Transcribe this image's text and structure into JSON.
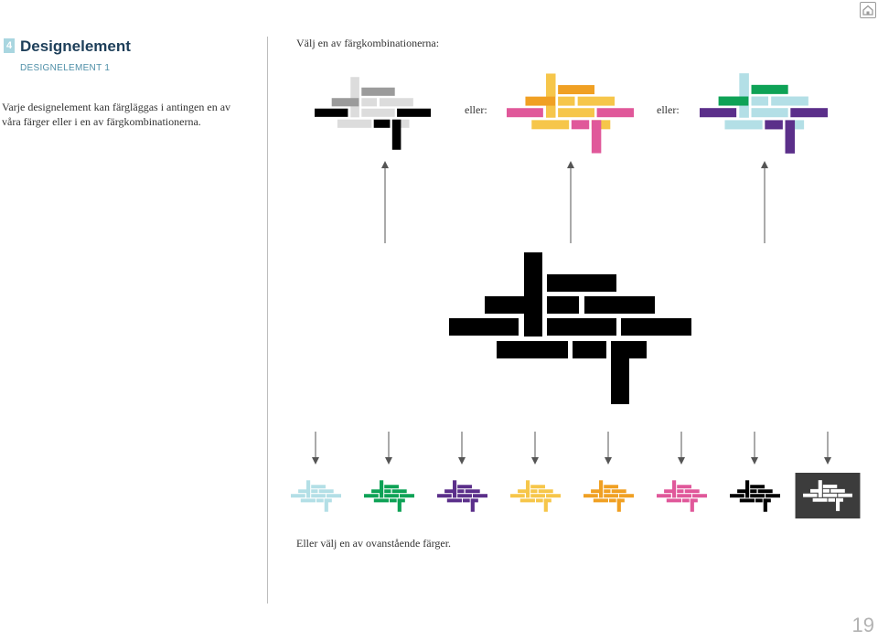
{
  "section": {
    "number": "4",
    "title": "Designelement",
    "subtitle": "DESIGNELEMENT 1",
    "description": "Varje designelement kan färgläggas i antingen en av våra färger eller i en av färgkombinationerna."
  },
  "instruction_top": "Välj en av färgkombinationerna:",
  "separator_label": "eller:",
  "instruction_bottom": "Eller välj en av ovanstående färger.",
  "page_number": "19",
  "home_button_icon": "home-icon",
  "combinations": [
    {
      "name": "grey-black",
      "colors": {
        "back": "#9b9b9b",
        "mid": "#dcdcdc",
        "front": "#000000"
      }
    },
    {
      "name": "orange-yellow-pink",
      "colors": {
        "back": "#f0a023",
        "mid": "#f6c64a",
        "front": "#e0589a"
      }
    },
    {
      "name": "green-lightblue-purple",
      "colors": {
        "back": "#0ea256",
        "mid": "#b3dfe6",
        "front": "#5b2f8a"
      }
    }
  ],
  "main_element_color": "#000000",
  "swatches": [
    {
      "name": "light-blue",
      "color": "#b3dfe6",
      "background": "#ffffff"
    },
    {
      "name": "green",
      "color": "#0ea256",
      "background": "#ffffff"
    },
    {
      "name": "purple",
      "color": "#5b2f8a",
      "background": "#ffffff"
    },
    {
      "name": "yellow",
      "color": "#f6c64a",
      "background": "#ffffff"
    },
    {
      "name": "orange",
      "color": "#f0a023",
      "background": "#ffffff"
    },
    {
      "name": "pink",
      "color": "#e0589a",
      "background": "#ffffff"
    },
    {
      "name": "black",
      "color": "#000000",
      "background": "#ffffff"
    },
    {
      "name": "white",
      "color": "#ffffff",
      "background": "#3c3c3c"
    }
  ]
}
